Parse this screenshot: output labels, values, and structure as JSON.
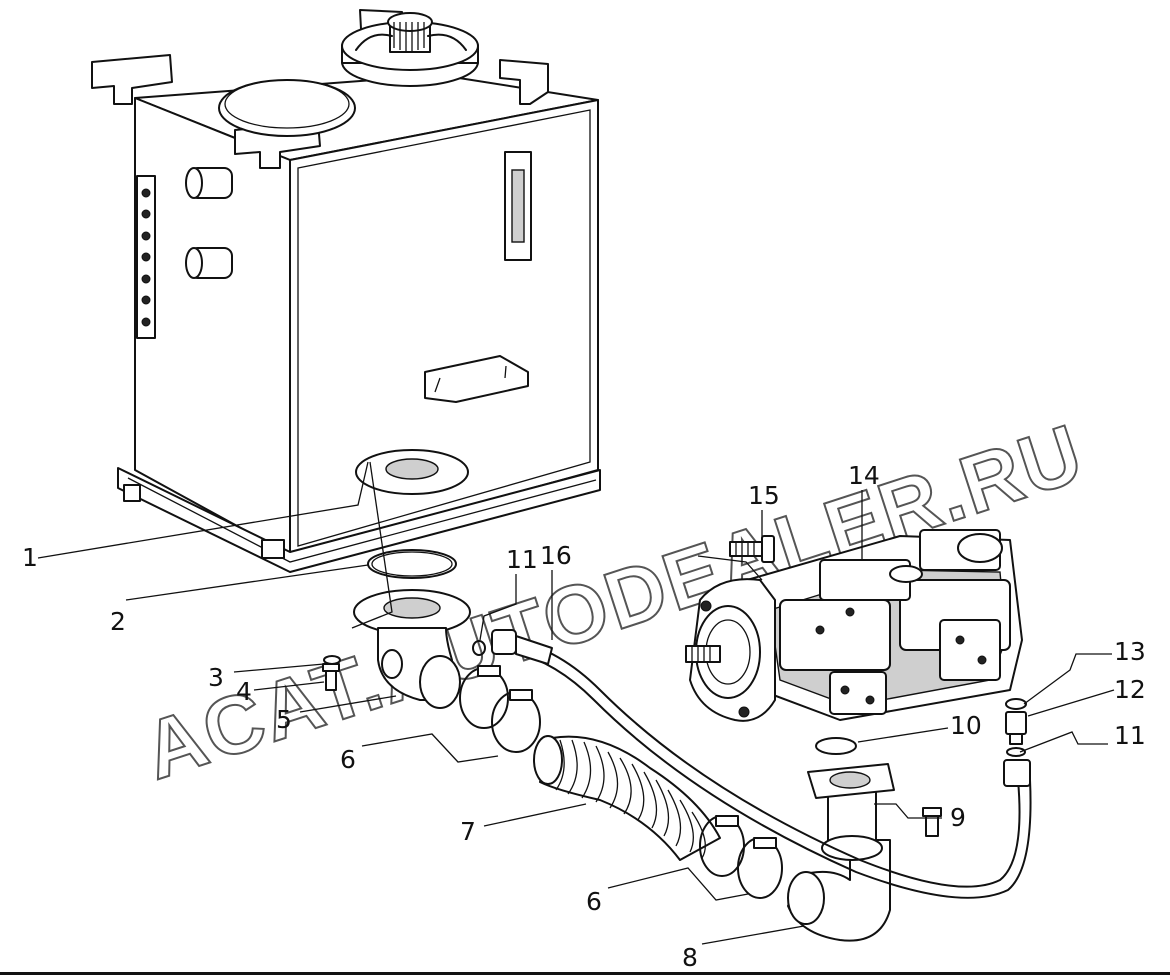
{
  "diagram": {
    "watermark": "ACAT.AUTODEALER.RU",
    "callouts": [
      {
        "id": "c1",
        "text": "1"
      },
      {
        "id": "c2",
        "text": "2"
      },
      {
        "id": "c3",
        "text": "3"
      },
      {
        "id": "c4",
        "text": "4"
      },
      {
        "id": "c5",
        "text": "5"
      },
      {
        "id": "c6a",
        "text": "6"
      },
      {
        "id": "c6b",
        "text": "6"
      },
      {
        "id": "c7",
        "text": "7"
      },
      {
        "id": "c8",
        "text": "8"
      },
      {
        "id": "c9",
        "text": "9"
      },
      {
        "id": "c10",
        "text": "10"
      },
      {
        "id": "c11a",
        "text": "11"
      },
      {
        "id": "c11b",
        "text": "11"
      },
      {
        "id": "c12",
        "text": "12"
      },
      {
        "id": "c13",
        "text": "13"
      },
      {
        "id": "c14",
        "text": "14"
      },
      {
        "id": "c15",
        "text": "15"
      },
      {
        "id": "c16",
        "text": "16"
      }
    ]
  }
}
